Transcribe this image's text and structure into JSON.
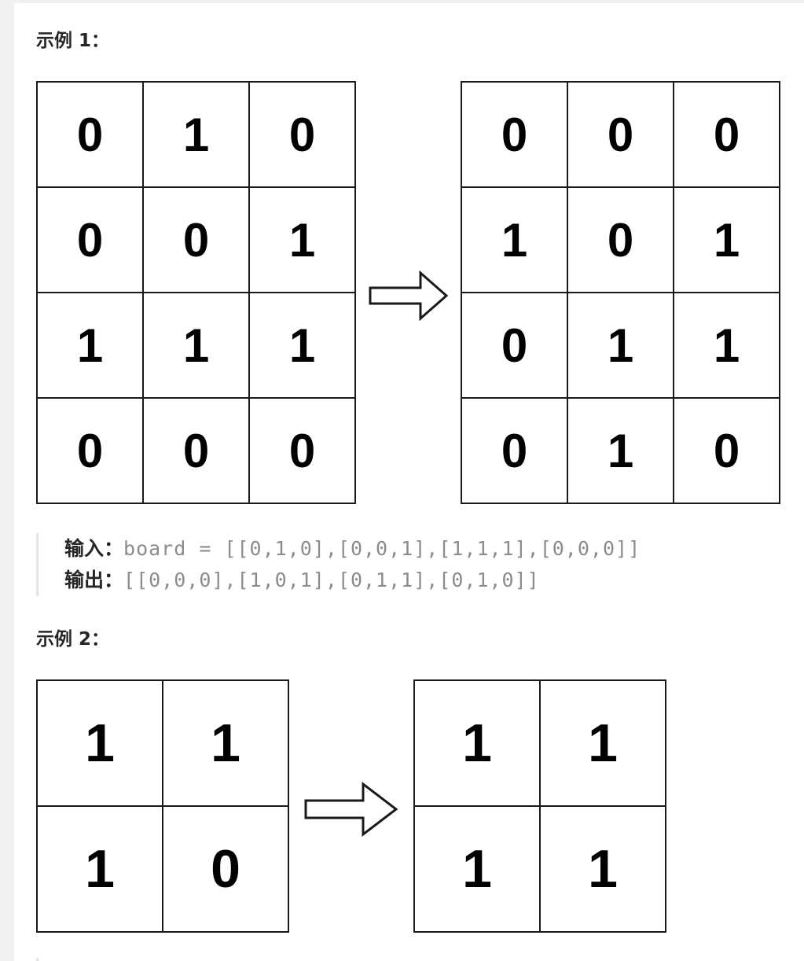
{
  "example1": {
    "heading": "示例 1：",
    "input_grid": [
      [
        "0",
        "1",
        "0"
      ],
      [
        "0",
        "0",
        "1"
      ],
      [
        "1",
        "1",
        "1"
      ],
      [
        "0",
        "0",
        "0"
      ]
    ],
    "output_grid": [
      [
        "0",
        "0",
        "0"
      ],
      [
        "1",
        "0",
        "1"
      ],
      [
        "0",
        "1",
        "1"
      ],
      [
        "0",
        "1",
        "0"
      ]
    ],
    "input_label": "输入：",
    "input_value": "board = [[0,1,0],[0,0,1],[1,1,1],[0,0,0]]",
    "output_label": "输出：",
    "output_value": "[[0,0,0],[1,0,1],[0,1,1],[0,1,0]]"
  },
  "example2": {
    "heading": "示例 2：",
    "input_grid": [
      [
        "1",
        "1"
      ],
      [
        "1",
        "0"
      ]
    ],
    "output_grid": [
      [
        "1",
        "1"
      ],
      [
        "1",
        "1"
      ]
    ]
  },
  "arrow_icon": "right-arrow-icon"
}
